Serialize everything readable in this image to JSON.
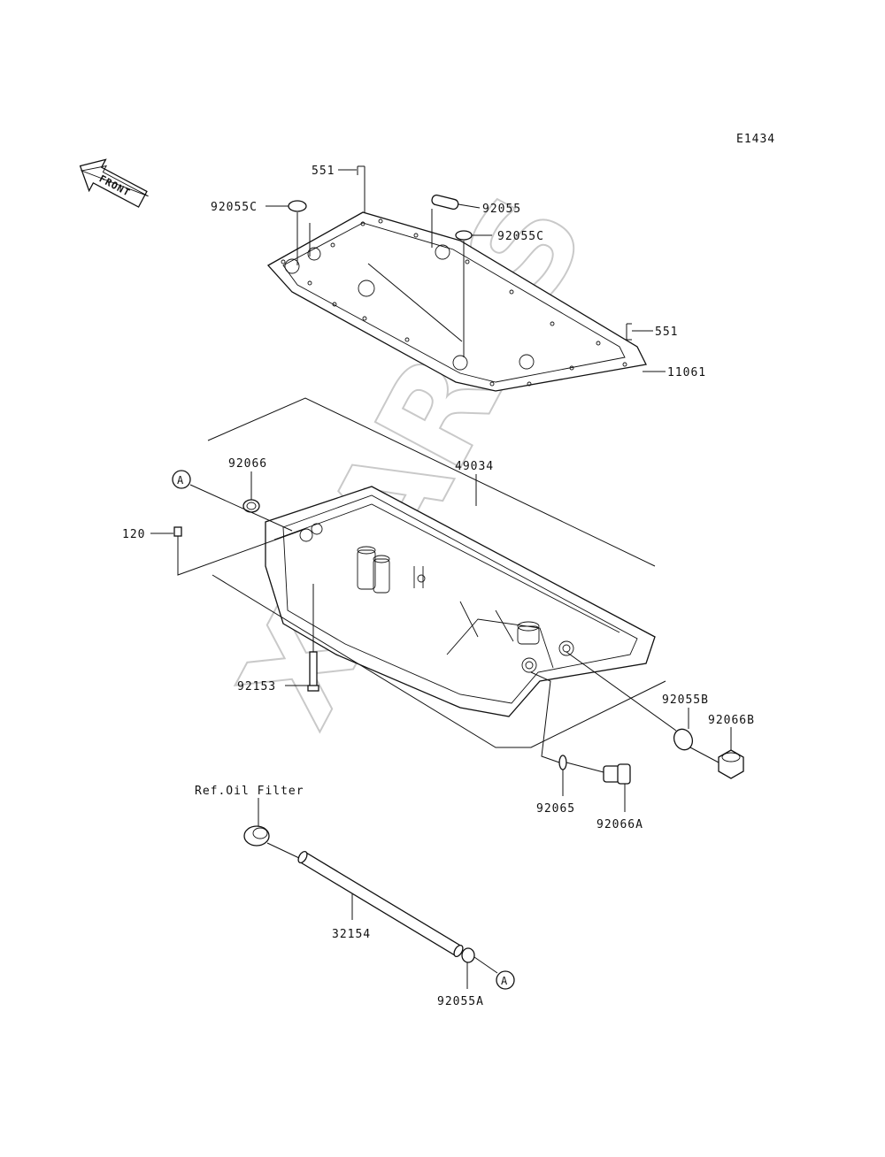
{
  "diagram_code": "E1434",
  "direction_label": "FRONT",
  "watermark": "XPARTS",
  "callouts": {
    "a_top": "A",
    "a_bottom": "A"
  },
  "labels": {
    "p551_top": "551",
    "p92055C_left": "92055C",
    "p92055": "92055",
    "p92055C_right": "92055C",
    "p551_right": "551",
    "p11061": "11061",
    "p92066": "92066",
    "p49034": "49034",
    "p120": "120",
    "p92153": "92153",
    "p92055B": "92055B",
    "p92066B": "92066B",
    "p92065": "92065",
    "p92066A": "92066A",
    "ref_oil_filter": "Ref.Oil Filter",
    "p32154": "32154",
    "p92055A": "92055A"
  }
}
